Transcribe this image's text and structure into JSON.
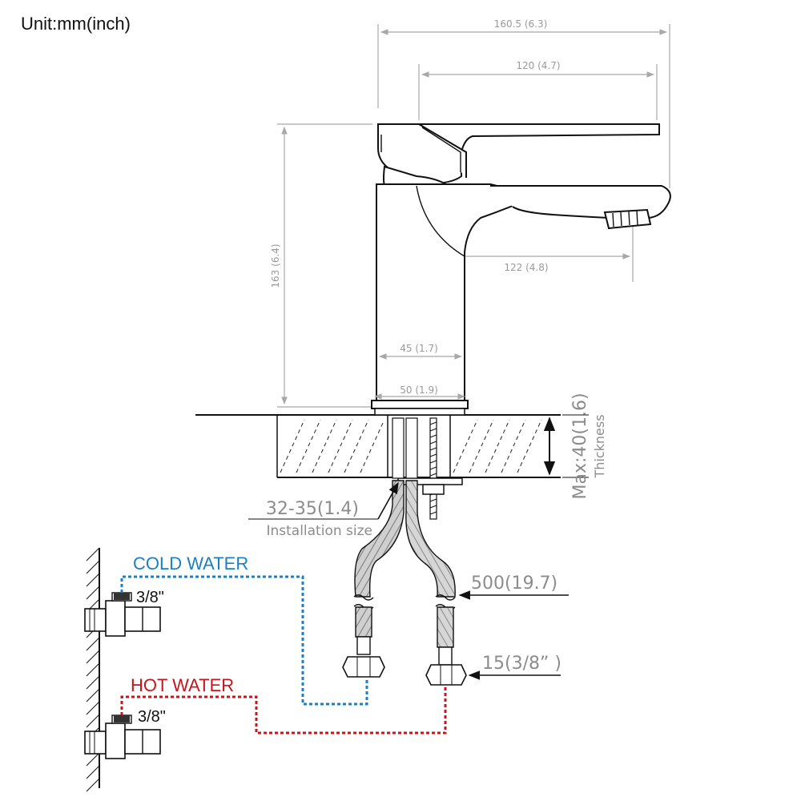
{
  "unit_label": "Unit:mm(inch)",
  "dimensions": {
    "total_width": "160.5 (6.3)",
    "handle_length": "120 (4.7)",
    "height": "163 (6.4)",
    "spout_reach": "122 (4.8)",
    "body_width": "45 (1.7)",
    "base_width": "50 (1.9)",
    "max_thickness": "Max:40(1.6)",
    "thickness_caption": "Thickness",
    "installation_hole": "32-35(1.4)",
    "installation_caption": "Installation size",
    "hose_length": "500(19.7)",
    "connector_size": "15(3/8” )"
  },
  "supply": {
    "cold_label": "COLD WATER",
    "hot_label": "HOT WATER",
    "cold_valve_size": "3/8\"",
    "hot_valve_size": "3/8\"",
    "cold_color": "#1a7fc4",
    "hot_color": "#c4161c"
  }
}
